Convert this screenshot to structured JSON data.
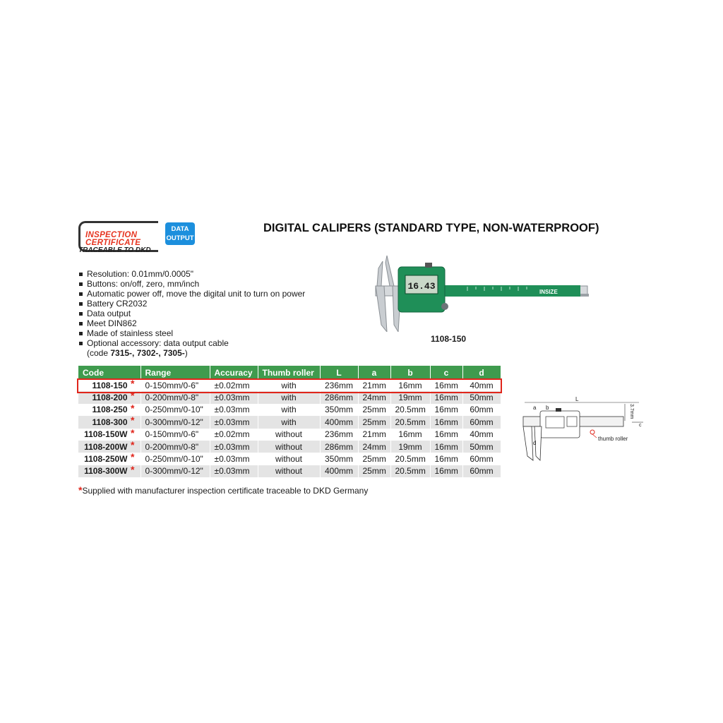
{
  "header": {
    "cert_line1": "INSPECTION",
    "cert_line2": "CERTIFICATE",
    "cert_trace": "TRACEABLE TO DKD",
    "data_badge_line1": "DATA",
    "data_badge_line2": "OUTPUT",
    "title": "DIGITAL CALIPERS (STANDARD TYPE, NON-WATERPROOF)"
  },
  "features": [
    "Resolution: 0.01mm/0.0005\"",
    "Buttons: on/off, zero, mm/inch",
    "Automatic power off, move the digital unit to turn on power",
    "Battery CR2032",
    "Data output",
    "Meet DIN862",
    "Made of stainless steel",
    "Optional accessory: data output cable"
  ],
  "features_sub": {
    "prefix": "(code ",
    "codes": "7315-, 7302-, 7305-",
    "suffix": ")"
  },
  "product": {
    "display_value": "16.43",
    "brand": "INSIZE",
    "code": "1108-150"
  },
  "table": {
    "headers": [
      "Code",
      "Range",
      "Accuracy",
      "Thumb roller",
      "L",
      "a",
      "b",
      "c",
      "d"
    ],
    "star": "*",
    "rows": [
      {
        "code": "1108-150",
        "range": "0-150mm/0-6\"",
        "accuracy": "±0.02mm",
        "roller": "with",
        "L": "236mm",
        "a": "21mm",
        "b": "16mm",
        "c": "16mm",
        "d": "40mm"
      },
      {
        "code": "1108-200",
        "range": "0-200mm/0-8\"",
        "accuracy": "±0.03mm",
        "roller": "with",
        "L": "286mm",
        "a": "24mm",
        "b": "19mm",
        "c": "16mm",
        "d": "50mm"
      },
      {
        "code": "1108-250",
        "range": "0-250mm/0-10\"",
        "accuracy": "±0.03mm",
        "roller": "with",
        "L": "350mm",
        "a": "25mm",
        "b": "20.5mm",
        "c": "16mm",
        "d": "60mm"
      },
      {
        "code": "1108-300",
        "range": "0-300mm/0-12\"",
        "accuracy": "±0.03mm",
        "roller": "with",
        "L": "400mm",
        "a": "25mm",
        "b": "20.5mm",
        "c": "16mm",
        "d": "60mm"
      },
      {
        "code": "1108-150W",
        "range": "0-150mm/0-6\"",
        "accuracy": "±0.02mm",
        "roller": "without",
        "L": "236mm",
        "a": "21mm",
        "b": "16mm",
        "c": "16mm",
        "d": "40mm"
      },
      {
        "code": "1108-200W",
        "range": "0-200mm/0-8\"",
        "accuracy": "±0.03mm",
        "roller": "without",
        "L": "286mm",
        "a": "24mm",
        "b": "19mm",
        "c": "16mm",
        "d": "50mm"
      },
      {
        "code": "1108-250W",
        "range": "0-250mm/0-10\"",
        "accuracy": "±0.03mm",
        "roller": "without",
        "L": "350mm",
        "a": "25mm",
        "b": "20.5mm",
        "c": "16mm",
        "d": "60mm"
      },
      {
        "code": "1108-300W",
        "range": "0-300mm/0-12\"",
        "accuracy": "±0.03mm",
        "roller": "without",
        "L": "400mm",
        "a": "25mm",
        "b": "20.5mm",
        "c": "16mm",
        "d": "60mm"
      }
    ]
  },
  "footnote": {
    "star": "*",
    "text": "Supplied with manufacturer inspection certificate traceable to DKD Germany"
  },
  "diagram": {
    "label_L": "L",
    "label_a": "a",
    "label_b": "b",
    "label_c": "c",
    "label_d": "d",
    "label_thickness": "3.7mm",
    "label_roller": "thumb roller"
  },
  "colors": {
    "header_green": "#3f9b4e",
    "highlight_red": "#e0251b",
    "cert_red": "#e63420",
    "badge_blue": "#1c8fdd",
    "caliper_green": "#1f8f58"
  }
}
